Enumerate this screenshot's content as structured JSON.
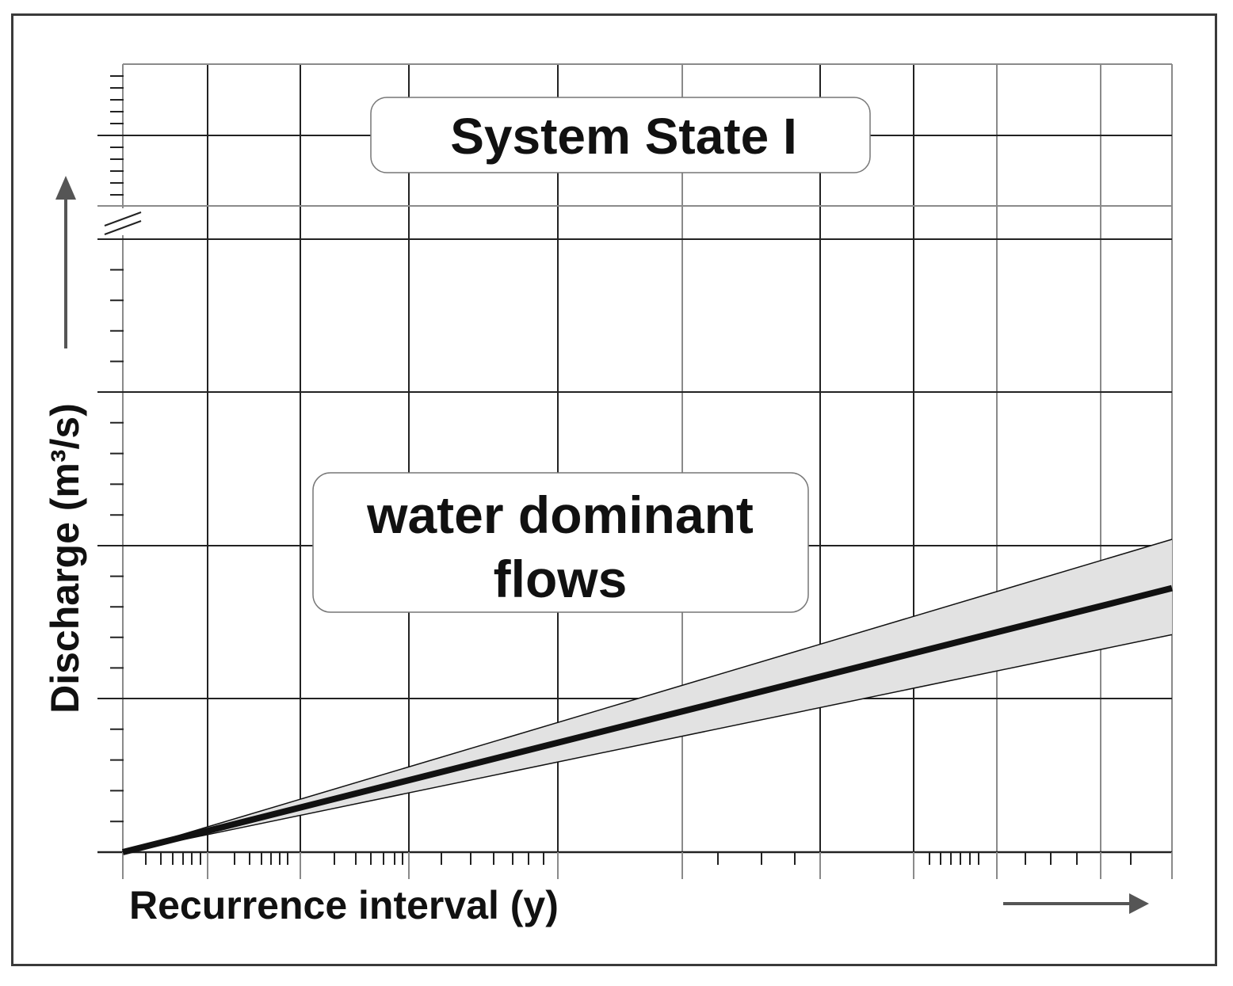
{
  "chart_data": {
    "type": "line",
    "title": "System State I",
    "annotation": "water dominant flows",
    "xlabel": "Recurrence interval (y)",
    "ylabel": "Discharge (m³/s)",
    "x_scale": "log",
    "y_axis_break": true,
    "grid": true,
    "x_tick_labels": [],
    "y_tick_labels": [],
    "series": [
      {
        "role": "central estimate",
        "x": [
          0,
          1
        ],
        "y": [
          0,
          0.335
        ]
      },
      {
        "role": "upper bound",
        "x": [
          0,
          1
        ],
        "y": [
          0,
          0.397
        ]
      },
      {
        "role": "lower bound",
        "x": [
          0,
          1
        ],
        "y": [
          0,
          0.276
        ]
      }
    ],
    "colors": {
      "line": "#111111",
      "band_fill": "#e2e2e2",
      "grid_major": "#222222",
      "grid_minor": "#8a8a8a",
      "arrow": "#555555"
    }
  }
}
